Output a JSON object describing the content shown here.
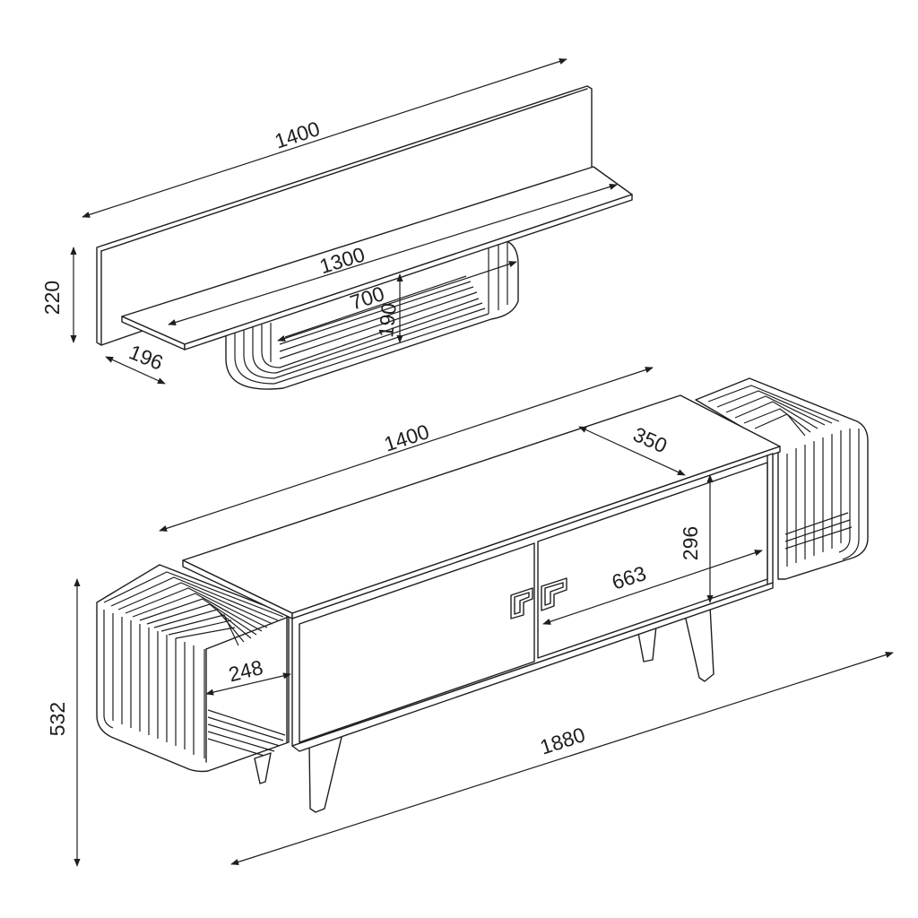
{
  "dimensions": {
    "shelf_backboard_width": "1400",
    "shelf_height": "220",
    "shelf_depth": "196",
    "shelf_board_width": "1300",
    "shelf_cage_width": "700",
    "shelf_cage_height": "190",
    "cabinet_top_width": "1400",
    "cabinet_top_depth": "350",
    "cabinet_door_height": "296",
    "cabinet_door_width": "663",
    "side_cage_inner": "248",
    "overall_width": "1880",
    "overall_height": "532"
  },
  "colors": {
    "line": "#1e1e1e",
    "background": "#ffffff"
  }
}
